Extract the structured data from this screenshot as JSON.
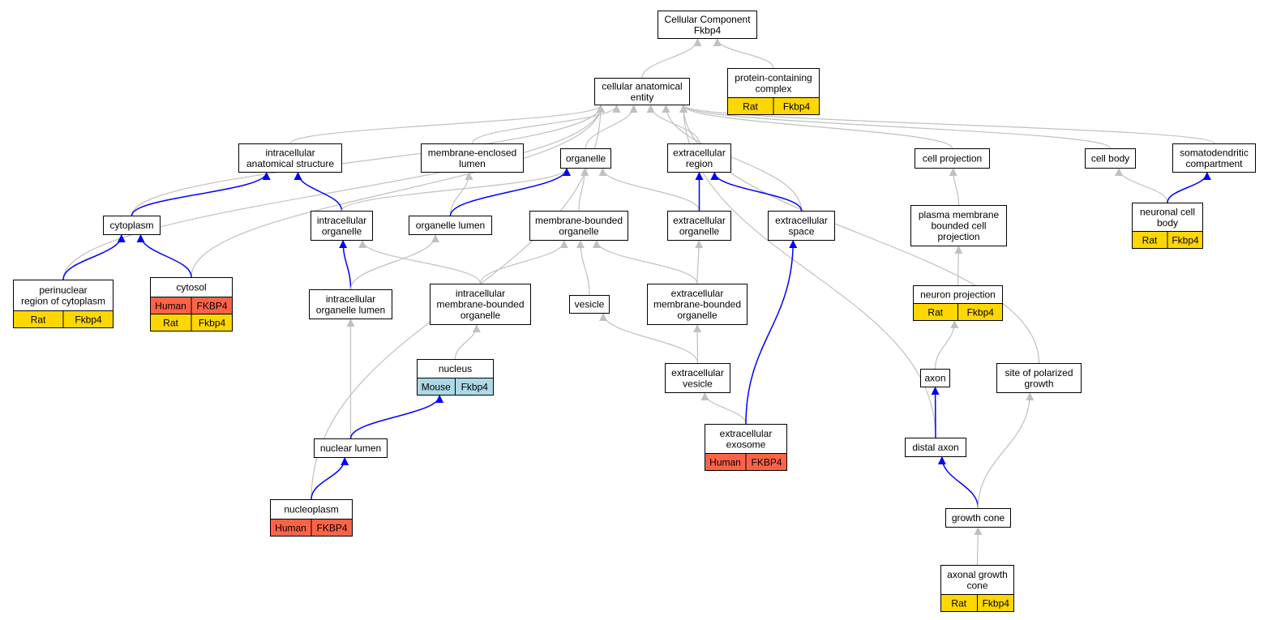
{
  "colors": {
    "edge_default": "#c0c0c0",
    "edge_highlight": "#0000ff",
    "human": "#ff6347",
    "rat": "#ffd700",
    "mouse": "#add8e6",
    "node_fill": "#ffffff",
    "node_stroke": "#000000"
  },
  "nodes": [
    {
      "id": "root",
      "lines": [
        "Cellular Component",
        "Fkbp4"
      ],
      "annotations": []
    },
    {
      "id": "cae",
      "lines": [
        "cellular anatomical",
        "entity"
      ],
      "annotations": []
    },
    {
      "id": "pcc",
      "lines": [
        "protein-containing",
        "complex"
      ],
      "annotations": [
        {
          "species": "Rat",
          "gene": "Fkbp4",
          "color": "rat"
        }
      ]
    },
    {
      "id": "ias",
      "lines": [
        "intracellular",
        "anatomical structure"
      ],
      "annotations": []
    },
    {
      "id": "mel",
      "lines": [
        "membrane-enclosed",
        "lumen"
      ],
      "annotations": []
    },
    {
      "id": "org",
      "lines": [
        "organelle"
      ],
      "annotations": []
    },
    {
      "id": "exr",
      "lines": [
        "extracellular",
        "region"
      ],
      "annotations": []
    },
    {
      "id": "cpr",
      "lines": [
        "cell projection"
      ],
      "annotations": []
    },
    {
      "id": "cbd",
      "lines": [
        "cell body"
      ],
      "annotations": []
    },
    {
      "id": "sdc",
      "lines": [
        "somatodendritic",
        "compartment"
      ],
      "annotations": []
    },
    {
      "id": "cyt",
      "lines": [
        "cytoplasm"
      ],
      "annotations": []
    },
    {
      "id": "iorg",
      "lines": [
        "intracellular",
        "organelle"
      ],
      "annotations": []
    },
    {
      "id": "olu",
      "lines": [
        "organelle lumen"
      ],
      "annotations": []
    },
    {
      "id": "mbo",
      "lines": [
        "membrane-bounded",
        "organelle"
      ],
      "annotations": []
    },
    {
      "id": "exo",
      "lines": [
        "extracellular",
        "organelle"
      ],
      "annotations": []
    },
    {
      "id": "exs",
      "lines": [
        "extracellular",
        "space"
      ],
      "annotations": []
    },
    {
      "id": "pmb",
      "lines": [
        "plasma membrane",
        "bounded cell",
        "projection"
      ],
      "annotations": []
    },
    {
      "id": "ncb",
      "lines": [
        "neuronal cell",
        "body"
      ],
      "annotations": [
        {
          "species": "Rat",
          "gene": "Fkbp4",
          "color": "rat"
        }
      ]
    },
    {
      "id": "prc",
      "lines": [
        "perinuclear",
        "region of cytoplasm"
      ],
      "annotations": [
        {
          "species": "Rat",
          "gene": "Fkbp4",
          "color": "rat"
        }
      ]
    },
    {
      "id": "csl",
      "lines": [
        "cytosol"
      ],
      "annotations": [
        {
          "species": "Human",
          "gene": "FKBP4",
          "color": "human"
        },
        {
          "species": "Rat",
          "gene": "Fkbp4",
          "color": "rat"
        }
      ]
    },
    {
      "id": "iol",
      "lines": [
        "intracellular",
        "organelle lumen"
      ],
      "annotations": []
    },
    {
      "id": "imb",
      "lines": [
        "intracellular",
        "membrane-bounded",
        "organelle"
      ],
      "annotations": []
    },
    {
      "id": "ves",
      "lines": [
        "vesicle"
      ],
      "annotations": []
    },
    {
      "id": "emb",
      "lines": [
        "extracellular",
        "membrane-bounded",
        "organelle"
      ],
      "annotations": []
    },
    {
      "id": "npj",
      "lines": [
        "neuron projection"
      ],
      "annotations": [
        {
          "species": "Rat",
          "gene": "Fkbp4",
          "color": "rat"
        }
      ]
    },
    {
      "id": "nuc",
      "lines": [
        "nucleus"
      ],
      "annotations": [
        {
          "species": "Mouse",
          "gene": "Fkbp4",
          "color": "mouse"
        }
      ]
    },
    {
      "id": "exv",
      "lines": [
        "extracellular",
        "vesicle"
      ],
      "annotations": []
    },
    {
      "id": "axn",
      "lines": [
        "axon"
      ],
      "annotations": []
    },
    {
      "id": "spg",
      "lines": [
        "site of polarized",
        "growth"
      ],
      "annotations": []
    },
    {
      "id": "exm",
      "lines": [
        "extracellular",
        "exosome"
      ],
      "annotations": [
        {
          "species": "Human",
          "gene": "FKBP4",
          "color": "human"
        }
      ]
    },
    {
      "id": "nlu",
      "lines": [
        "nuclear lumen"
      ],
      "annotations": []
    },
    {
      "id": "dax",
      "lines": [
        "distal axon"
      ],
      "annotations": []
    },
    {
      "id": "gcn",
      "lines": [
        "growth cone"
      ],
      "annotations": []
    },
    {
      "id": "npl",
      "lines": [
        "nucleoplasm"
      ],
      "annotations": [
        {
          "species": "Human",
          "gene": "FKBP4",
          "color": "human"
        }
      ]
    },
    {
      "id": "agc",
      "lines": [
        "axonal growth",
        "cone"
      ],
      "annotations": [
        {
          "species": "Rat",
          "gene": "Fkbp4",
          "color": "rat"
        }
      ]
    }
  ],
  "edges": [
    {
      "from": "cae",
      "to": "root",
      "type": "default"
    },
    {
      "from": "pcc",
      "to": "root",
      "type": "default"
    },
    {
      "from": "ias",
      "to": "cae",
      "type": "default"
    },
    {
      "from": "mel",
      "to": "cae",
      "type": "default"
    },
    {
      "from": "org",
      "to": "cae",
      "type": "default"
    },
    {
      "from": "exr",
      "to": "cae",
      "type": "default"
    },
    {
      "from": "cpr",
      "to": "cae",
      "type": "default"
    },
    {
      "from": "cbd",
      "to": "cae",
      "type": "default"
    },
    {
      "from": "sdc",
      "to": "cae",
      "type": "default"
    },
    {
      "from": "cyt",
      "to": "cae",
      "type": "default"
    },
    {
      "from": "prc",
      "to": "cae",
      "type": "default"
    },
    {
      "from": "csl",
      "to": "cae",
      "type": "default"
    },
    {
      "from": "npl",
      "to": "cae",
      "type": "default"
    },
    {
      "from": "exs",
      "to": "cae",
      "type": "default"
    },
    {
      "from": "dax",
      "to": "cae",
      "type": "default"
    },
    {
      "from": "spg",
      "to": "cae",
      "type": "default"
    },
    {
      "from": "cyt",
      "to": "ias",
      "type": "highlight"
    },
    {
      "from": "iorg",
      "to": "ias",
      "type": "highlight"
    },
    {
      "from": "iorg",
      "to": "org",
      "type": "default"
    },
    {
      "from": "olu",
      "to": "mel",
      "type": "default"
    },
    {
      "from": "olu",
      "to": "org",
      "type": "highlight"
    },
    {
      "from": "mbo",
      "to": "org",
      "type": "default"
    },
    {
      "from": "exo",
      "to": "org",
      "type": "default"
    },
    {
      "from": "exo",
      "to": "exr",
      "type": "highlight"
    },
    {
      "from": "exs",
      "to": "exr",
      "type": "highlight"
    },
    {
      "from": "pmb",
      "to": "cpr",
      "type": "default"
    },
    {
      "from": "ncb",
      "to": "cbd",
      "type": "default"
    },
    {
      "from": "ncb",
      "to": "sdc",
      "type": "highlight"
    },
    {
      "from": "prc",
      "to": "cyt",
      "type": "highlight"
    },
    {
      "from": "csl",
      "to": "cyt",
      "type": "highlight"
    },
    {
      "from": "iol",
      "to": "iorg",
      "type": "highlight"
    },
    {
      "from": "iol",
      "to": "olu",
      "type": "default"
    },
    {
      "from": "imb",
      "to": "iorg",
      "type": "default"
    },
    {
      "from": "imb",
      "to": "mbo",
      "type": "default"
    },
    {
      "from": "ves",
      "to": "mbo",
      "type": "default"
    },
    {
      "from": "emb",
      "to": "mbo",
      "type": "default"
    },
    {
      "from": "emb",
      "to": "exo",
      "type": "default"
    },
    {
      "from": "npj",
      "to": "pmb",
      "type": "default"
    },
    {
      "from": "nuc",
      "to": "imb",
      "type": "default"
    },
    {
      "from": "exv",
      "to": "ves",
      "type": "default"
    },
    {
      "from": "exv",
      "to": "emb",
      "type": "default"
    },
    {
      "from": "axn",
      "to": "npj",
      "type": "default"
    },
    {
      "from": "exm",
      "to": "exv",
      "type": "default"
    },
    {
      "from": "exm",
      "to": "exs",
      "type": "highlight"
    },
    {
      "from": "nlu",
      "to": "iol",
      "type": "default"
    },
    {
      "from": "nlu",
      "to": "nuc",
      "type": "highlight"
    },
    {
      "from": "dax",
      "to": "axn",
      "type": "highlight"
    },
    {
      "from": "gcn",
      "to": "dax",
      "type": "highlight"
    },
    {
      "from": "gcn",
      "to": "spg",
      "type": "default"
    },
    {
      "from": "npl",
      "to": "nlu",
      "type": "highlight"
    },
    {
      "from": "agc",
      "to": "gcn",
      "type": "default"
    }
  ]
}
